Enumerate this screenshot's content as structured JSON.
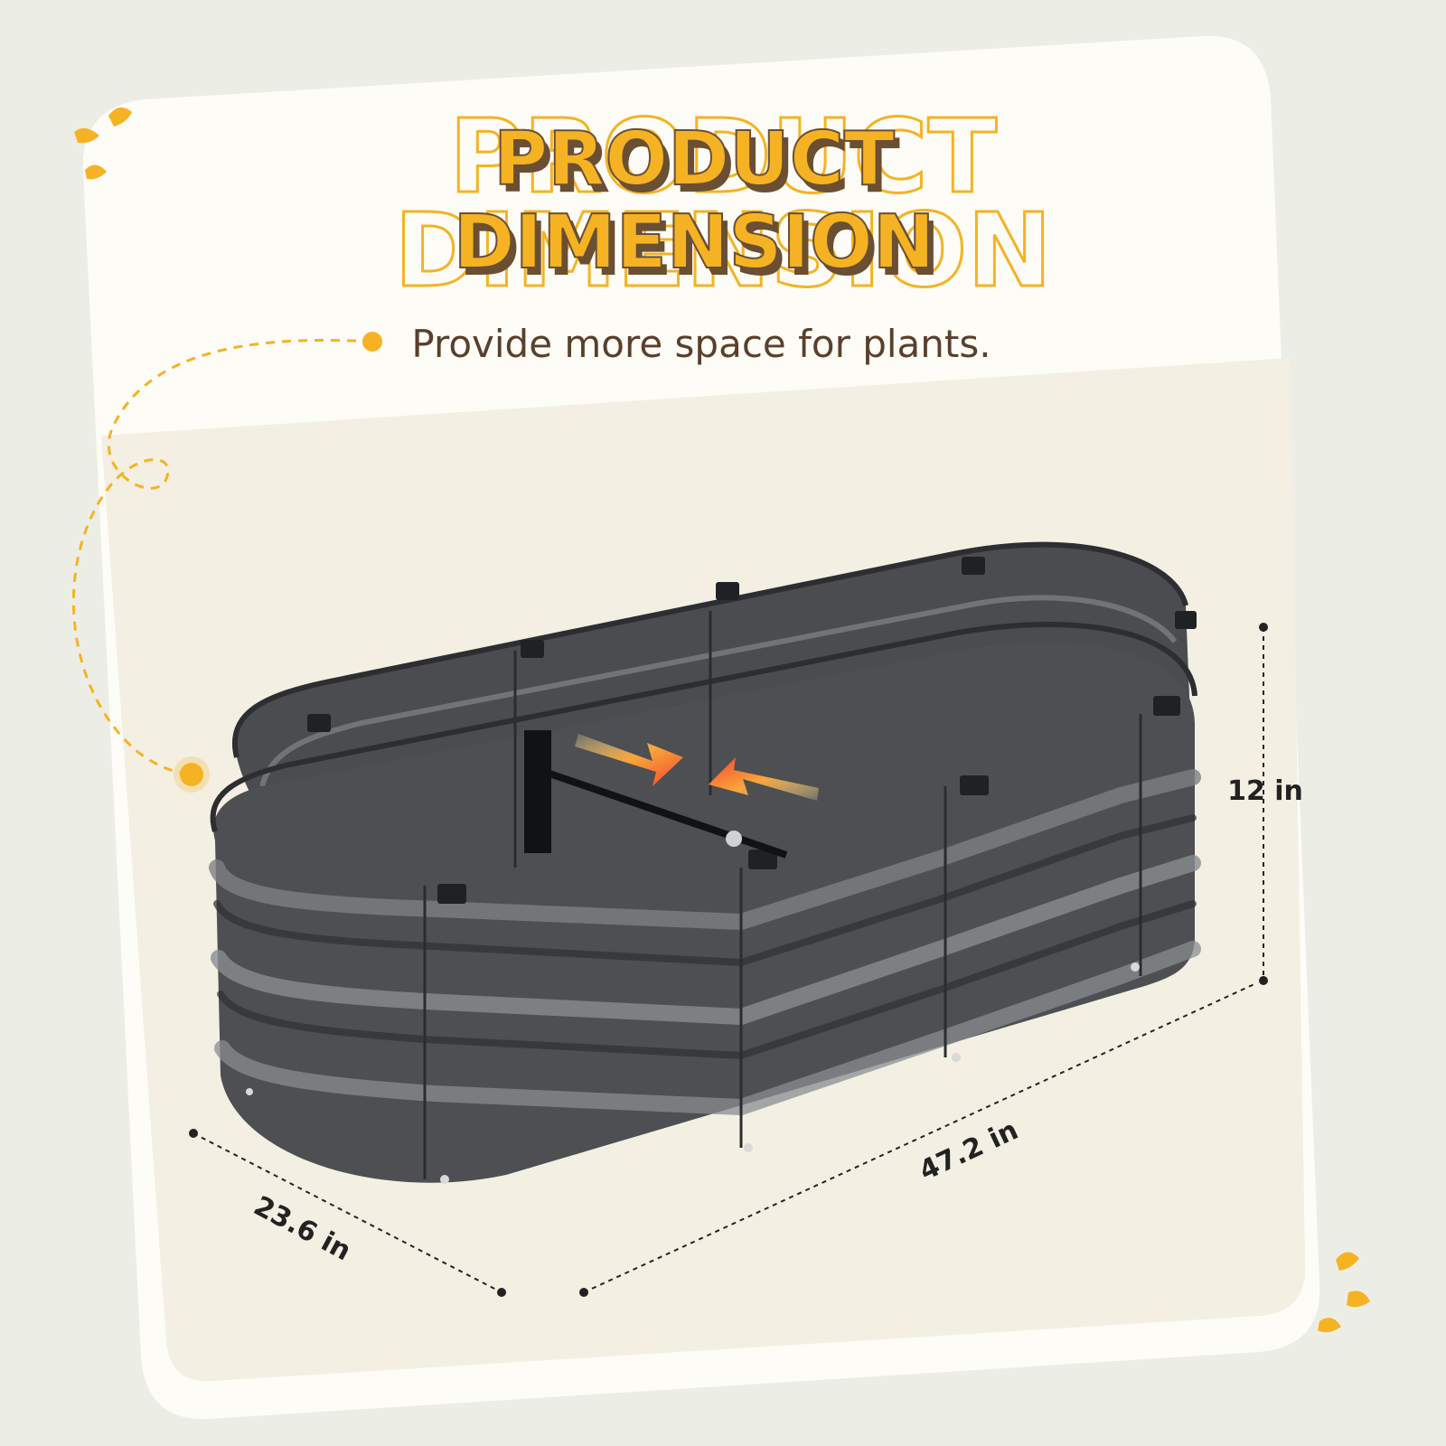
{
  "headline": {
    "line1": "PRODUCT",
    "line2": "DIMENSION"
  },
  "subtitle": "Provide more space for plants.",
  "dimensions": {
    "height": "12 in",
    "length": "47.2 in",
    "width": "23.6 in"
  },
  "colors": {
    "background": "#eceee6",
    "card": "#fdfcf7",
    "panel": "#f3efe2",
    "accent": "#f5b323",
    "title_shadow": "#6b4f33",
    "subtitle": "#5a3f2b",
    "steel": "#4d4f52",
    "arrow": "#f25a35"
  },
  "icons": [
    "splash-icon",
    "splash-icon",
    "push-arrow-icon",
    "push-arrow-icon"
  ]
}
